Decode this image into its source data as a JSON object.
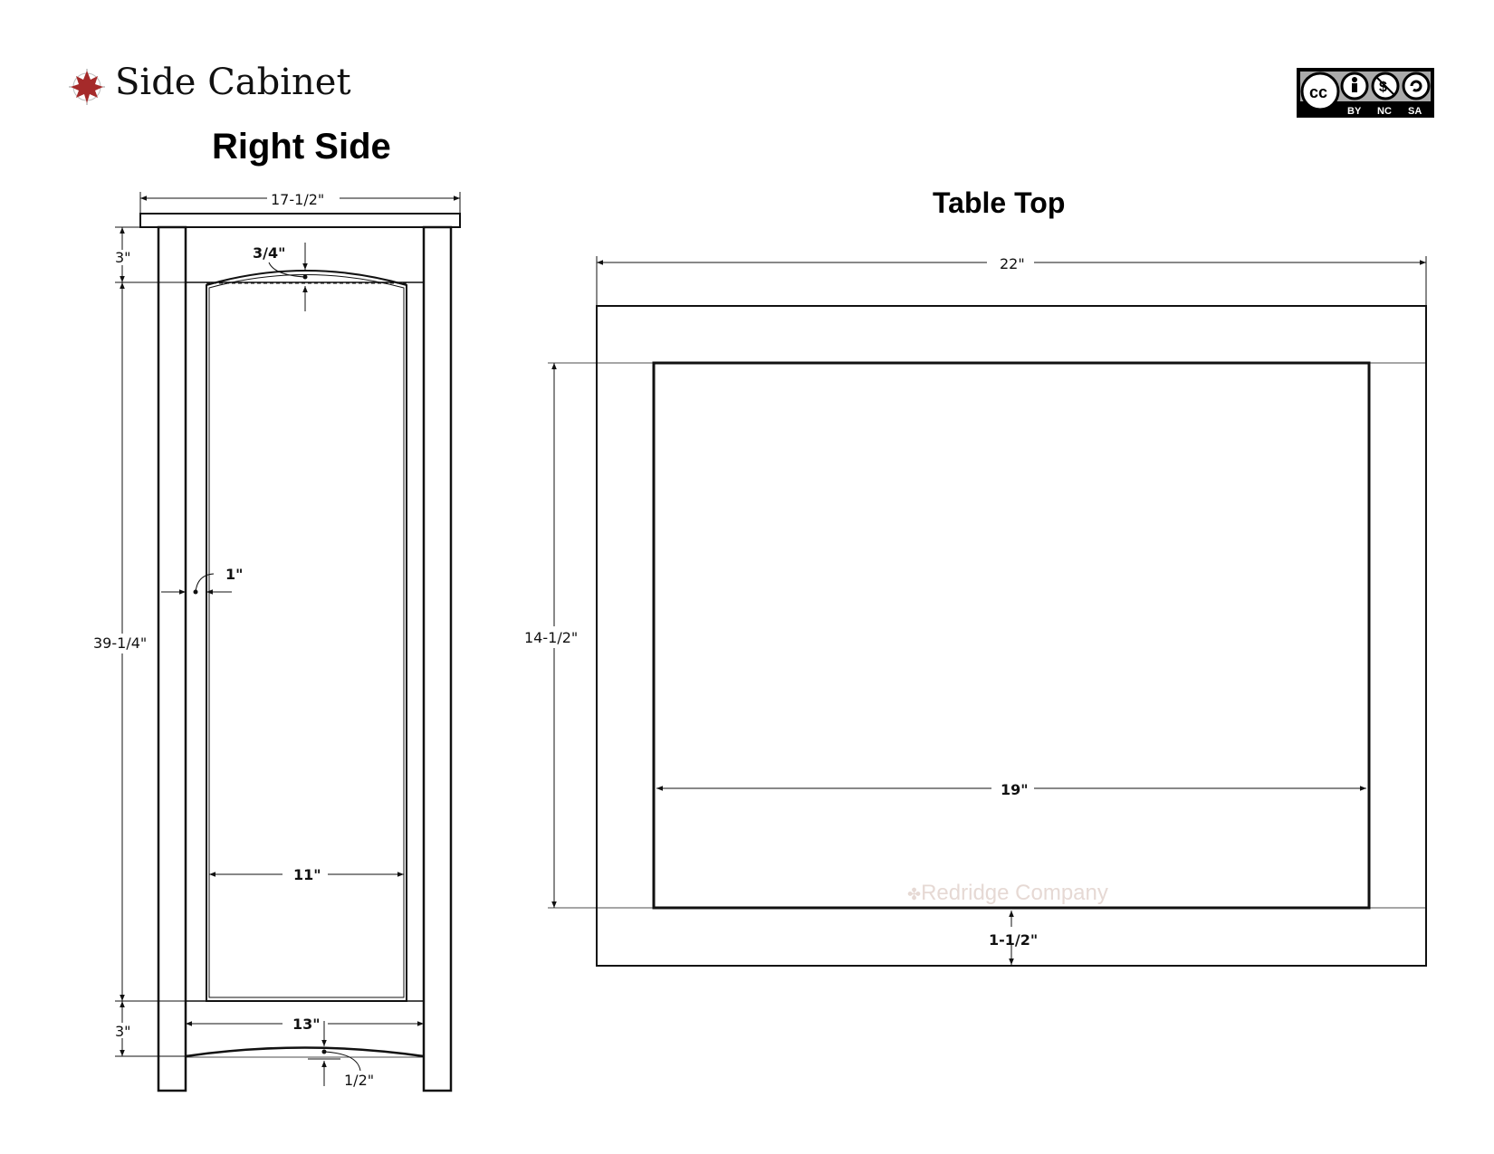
{
  "header": {
    "title": "Side Cabinet",
    "logo_icon": "maple-leaf-compass-icon",
    "accent_color": "#a52a2a"
  },
  "license": {
    "icon": "creative-commons-icon",
    "badges": [
      "BY",
      "NC",
      "SA"
    ]
  },
  "right_side": {
    "title": "Right Side",
    "dims": {
      "width": "17-1/2\"",
      "top_rail": "3\"",
      "arch_rise": "3/4\"",
      "height": "39-1/4\"",
      "frame": "1\"",
      "panel_width": "11\"",
      "bottom_rail": "3\"",
      "bottom_width": "13\"",
      "bottom_arch": "1/2\""
    }
  },
  "table_top": {
    "title": "Table Top",
    "dims": {
      "width": "22\"",
      "depth": "14-1/2\"",
      "inner_width": "19\"",
      "border": "1-1/2\""
    }
  },
  "watermark": "Redridge Company"
}
